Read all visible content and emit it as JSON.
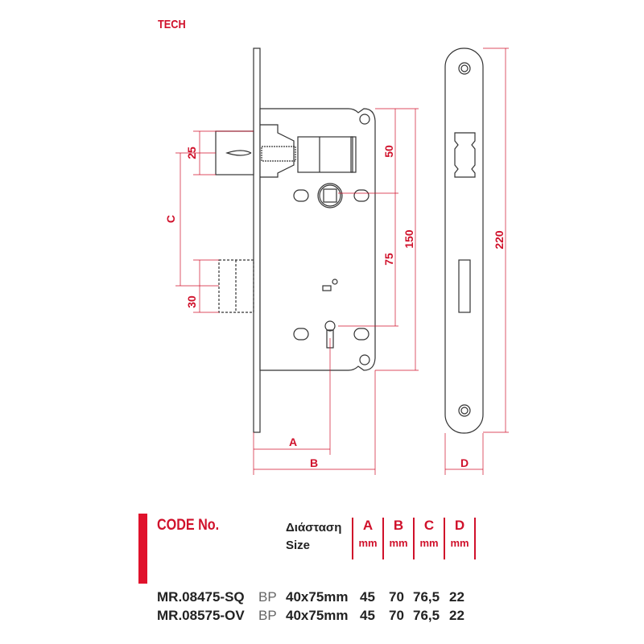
{
  "brand": "TECH",
  "drawing": {
    "dimensions": {
      "d25": "25",
      "c": "C",
      "d30": "30",
      "d50": "50",
      "d75": "75",
      "d150": "150",
      "d220": "220",
      "a": "A",
      "b": "B",
      "d": "D"
    }
  },
  "table": {
    "code_header": "CODE No.",
    "size_header_gr": "Διάσταση",
    "size_header_en": "Size",
    "columns": [
      {
        "letter": "A",
        "unit": "mm"
      },
      {
        "letter": "B",
        "unit": "mm"
      },
      {
        "letter": "C",
        "unit": "mm"
      },
      {
        "letter": "D",
        "unit": "mm"
      }
    ],
    "rows": [
      {
        "code": "MR.08475-SQ",
        "finish": "BP",
        "size": "40x75mm",
        "a": "45",
        "b": "70",
        "c": "76,5",
        "d": "22"
      },
      {
        "code": "MR.08575-OV",
        "finish": "BP",
        "size": "40x75mm",
        "a": "45",
        "b": "70",
        "c": "76,5",
        "d": "22"
      }
    ]
  },
  "colors": {
    "accent": "#d0112b",
    "line": "#333333"
  }
}
